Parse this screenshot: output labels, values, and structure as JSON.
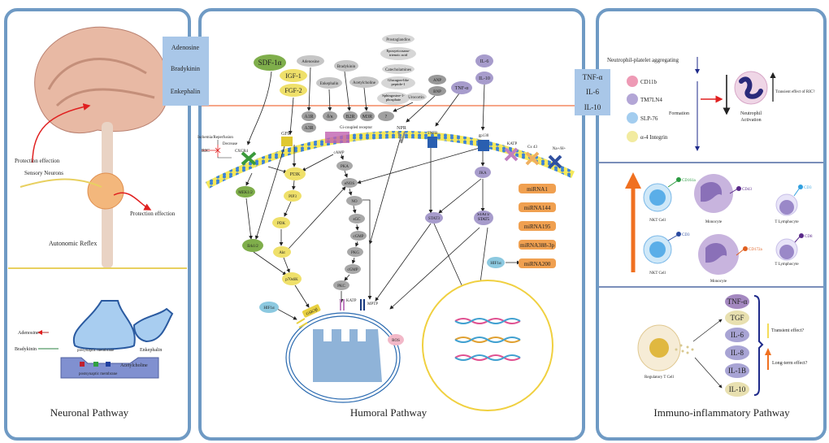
{
  "panels": {
    "neuronal": {
      "title": "Neuronal Pathway"
    },
    "humoral": {
      "title": "Humoral Pathway"
    },
    "immuno": {
      "title": "Immuno-inflammatory Pathway"
    }
  },
  "neuronal": {
    "protection_effection_1": "Protection effection",
    "sensory_neurons": "Sensory Neurons",
    "protection_effection_2": "Protection effection",
    "autonomic_reflex": "Autonomic Reflex",
    "adenosine": "Adenosine",
    "bradykinin": "Bradykinin",
    "enkephalin": "Enkephalin",
    "presynaptic": "presynaptic membrane",
    "acetylcholine": "Acetylcholine",
    "postsynaptic": "postsynaptic membrane"
  },
  "left_box": [
    "Adenosine",
    "Bradykinin",
    "Enkephalin"
  ],
  "right_box": [
    "TNF-α",
    "IL-6",
    "IL-10"
  ],
  "humoral": {
    "ligands": {
      "sdf1a": "SDF-1α",
      "igf1": "IGF-1",
      "fgf2": "FGF-2",
      "adenosine": "Adenosine",
      "enkephalin": "Enkephalin",
      "bradykinin": "Bradykinin",
      "acetylcholine": "Acetylcholine",
      "prostaglandins": "Prostaglandins",
      "eet": "Epoxyeicosano-trienoic acid",
      "catecholamines": "Catecholamines",
      "glp1": "Glucagon-like peptide-1",
      "s1p": "Sphingosine-1-phosphate",
      "urocortin": "Urocortin",
      "anp": "ANP",
      "bnp": "BNP",
      "tnfa": "TNF-α",
      "il6": "IL-6",
      "il10": "IL-10"
    },
    "receptors": {
      "a1r": "A1R",
      "a3r": "A3R",
      "dk": "δ/κ",
      "b2r": "B2R",
      "m3r": "M3R",
      "unknown": "?",
      "gi": "Gi-coupled receptor",
      "gfr": "GFR",
      "cxcr4": "CXCR4",
      "npr": "NPR",
      "tnfr": "TNFR",
      "gp130": "gp130",
      "katp": "KATP",
      "cx43": "Cx 43",
      "nah": "Na+/H+"
    },
    "ric": "RIC",
    "ischemia": "Ischemia/Reperfusion",
    "decrease": "Decrease",
    "signals": {
      "camp": "cAMP",
      "pka": "PKA",
      "enos": "eNOS",
      "no": "NO",
      "sgc": "sGC",
      "cgmp1": "cGMP",
      "pkg": "PKG",
      "cgmp2": "cGMP",
      "pkc": "PKC",
      "pi3k": "PI3K",
      "pip3": "PIP3",
      "pdk": "PDK",
      "akt": "Akt",
      "p70s6k": "p70s6K",
      "mek": "MEK1/2",
      "erk": "Erk1/2",
      "jka": "JKA",
      "stat3": "STAT3",
      "stat15": "STAT1/ STAT5",
      "hif1a_1": "HIF1α",
      "hif1a_2": "HIF1α",
      "gsk3b": "GSK3β",
      "katp_mito": "KATP",
      "mptp": "MPTP",
      "ros": "ROS"
    },
    "mirnas": [
      "miRNA1",
      "miRNA144",
      "miRNA195",
      "miRNA388-3p",
      "miRNA200"
    ]
  },
  "immuno": {
    "aggregating": "Neutrophil-platelet aggregating",
    "markers": [
      "CD11b",
      "TM7LN4",
      "SLP-76",
      "α-4 Integrin"
    ],
    "formation": "Formation",
    "activation": [
      "Neutrophil",
      "Activation"
    ],
    "transient_ric": "Transient effect of RIC?",
    "cells": {
      "nkt1": "NKT Cell",
      "mono1": "Monocyte",
      "tl1": "T Lymphocyte",
      "nkt2": "NKT Cell",
      "mono2": "Monocyte",
      "tl2": "T Lymphocyte",
      "cd161a": "CD161a",
      "cd43": "CD43",
      "cd3a": "CD3",
      "cd3b": "CD3",
      "cd172a": "CD172a",
      "cd8": "CD8"
    },
    "treg": "Regulatory T Cell",
    "cytokines": [
      "TNF-α",
      "TGF",
      "IL-6",
      "IL-8",
      "IL-1B",
      "IL-10"
    ],
    "transient": "Transient effect?",
    "long_term": "Long-term effect?"
  },
  "colors": {
    "panel_border": "#6f9ac4",
    "green": "#7fae4b",
    "yellow": "#efe06a",
    "gray": "#c6c6c6",
    "dark_gray": "#9a9a9a",
    "purple": "#a79ccc",
    "blue": "#8cc9e0",
    "orange": "#f0a050",
    "red_line": "#f07040",
    "box_blue": "#a9c7e8"
  }
}
